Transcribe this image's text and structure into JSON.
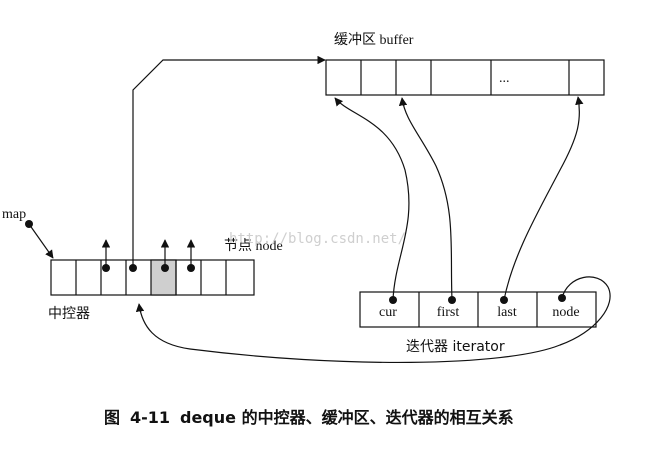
{
  "labels": {
    "buffer": "缓冲区 buffer",
    "ellipsis": "...",
    "map": "map",
    "node_label": "节点 node",
    "controller": "中控器",
    "iterator_title": "迭代器 iterator",
    "iterator_fields": [
      "cur",
      "first",
      "last",
      "node"
    ],
    "watermark": "http://blog.csdn.net/"
  },
  "caption": {
    "prefix": "图",
    "number": "4-11",
    "text": "deque 的中控器、缓冲区、迭代器的相互关系"
  }
}
